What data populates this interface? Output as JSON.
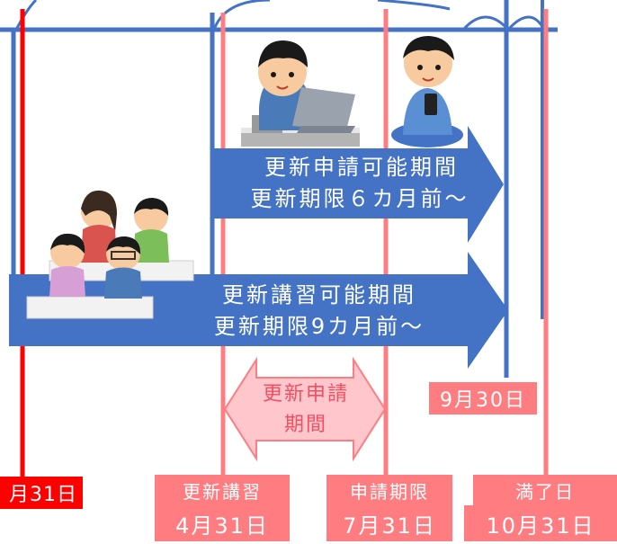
{
  "colors": {
    "blue": "#4472c4",
    "red": "#ff0000",
    "pink": "#ff7c80",
    "pink_light": "#ffc7cc",
    "pink_text": "#f24f63"
  },
  "arrows": {
    "application_period": {
      "line1": "更新申請可能期間",
      "line2": "更新期限６カ月前～"
    },
    "training_period": {
      "line1": "更新講習可能期間",
      "line2": "更新期限9カ月前～"
    }
  },
  "application_window": {
    "line1": "更新申請",
    "line2": "期間"
  },
  "dates": {
    "sep30": "9月30日",
    "jul31_left": "月31日",
    "training": {
      "label": "更新講習",
      "date": "4月31日"
    },
    "deadline": {
      "label": "申請期限",
      "date": "7月31日"
    },
    "expiry": {
      "label": "満了日",
      "date": "10月31日"
    }
  },
  "illustrations": [
    "man-at-laptop",
    "boy-with-phone",
    "class-of-students"
  ]
}
